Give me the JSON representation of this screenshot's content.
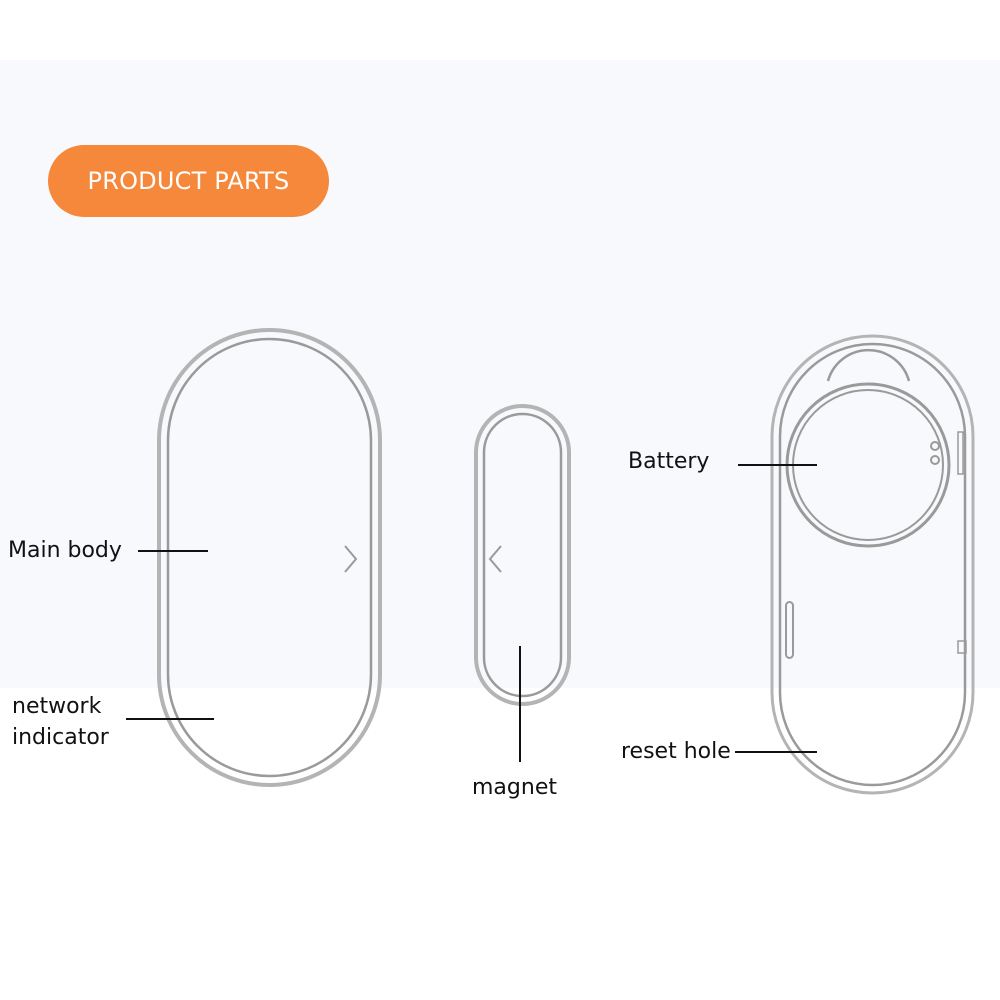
{
  "header": {
    "title": "PRODUCT PARTS",
    "accent_color": "#f5883a"
  },
  "colors": {
    "band": "#f8f9fc",
    "outline": "#9a9a9a",
    "leader_line": "#111111",
    "label_text": "#111111"
  },
  "callouts": {
    "main_body": "Main body",
    "network_indicator_line1": "network",
    "network_indicator_line2": "indicator",
    "magnet": "magnet",
    "battery": "Battery",
    "reset_hole": "reset hole"
  },
  "icons": {
    "sensor_arrow": "chevron-right-icon",
    "magnet_arrow": "chevron-left-icon"
  }
}
